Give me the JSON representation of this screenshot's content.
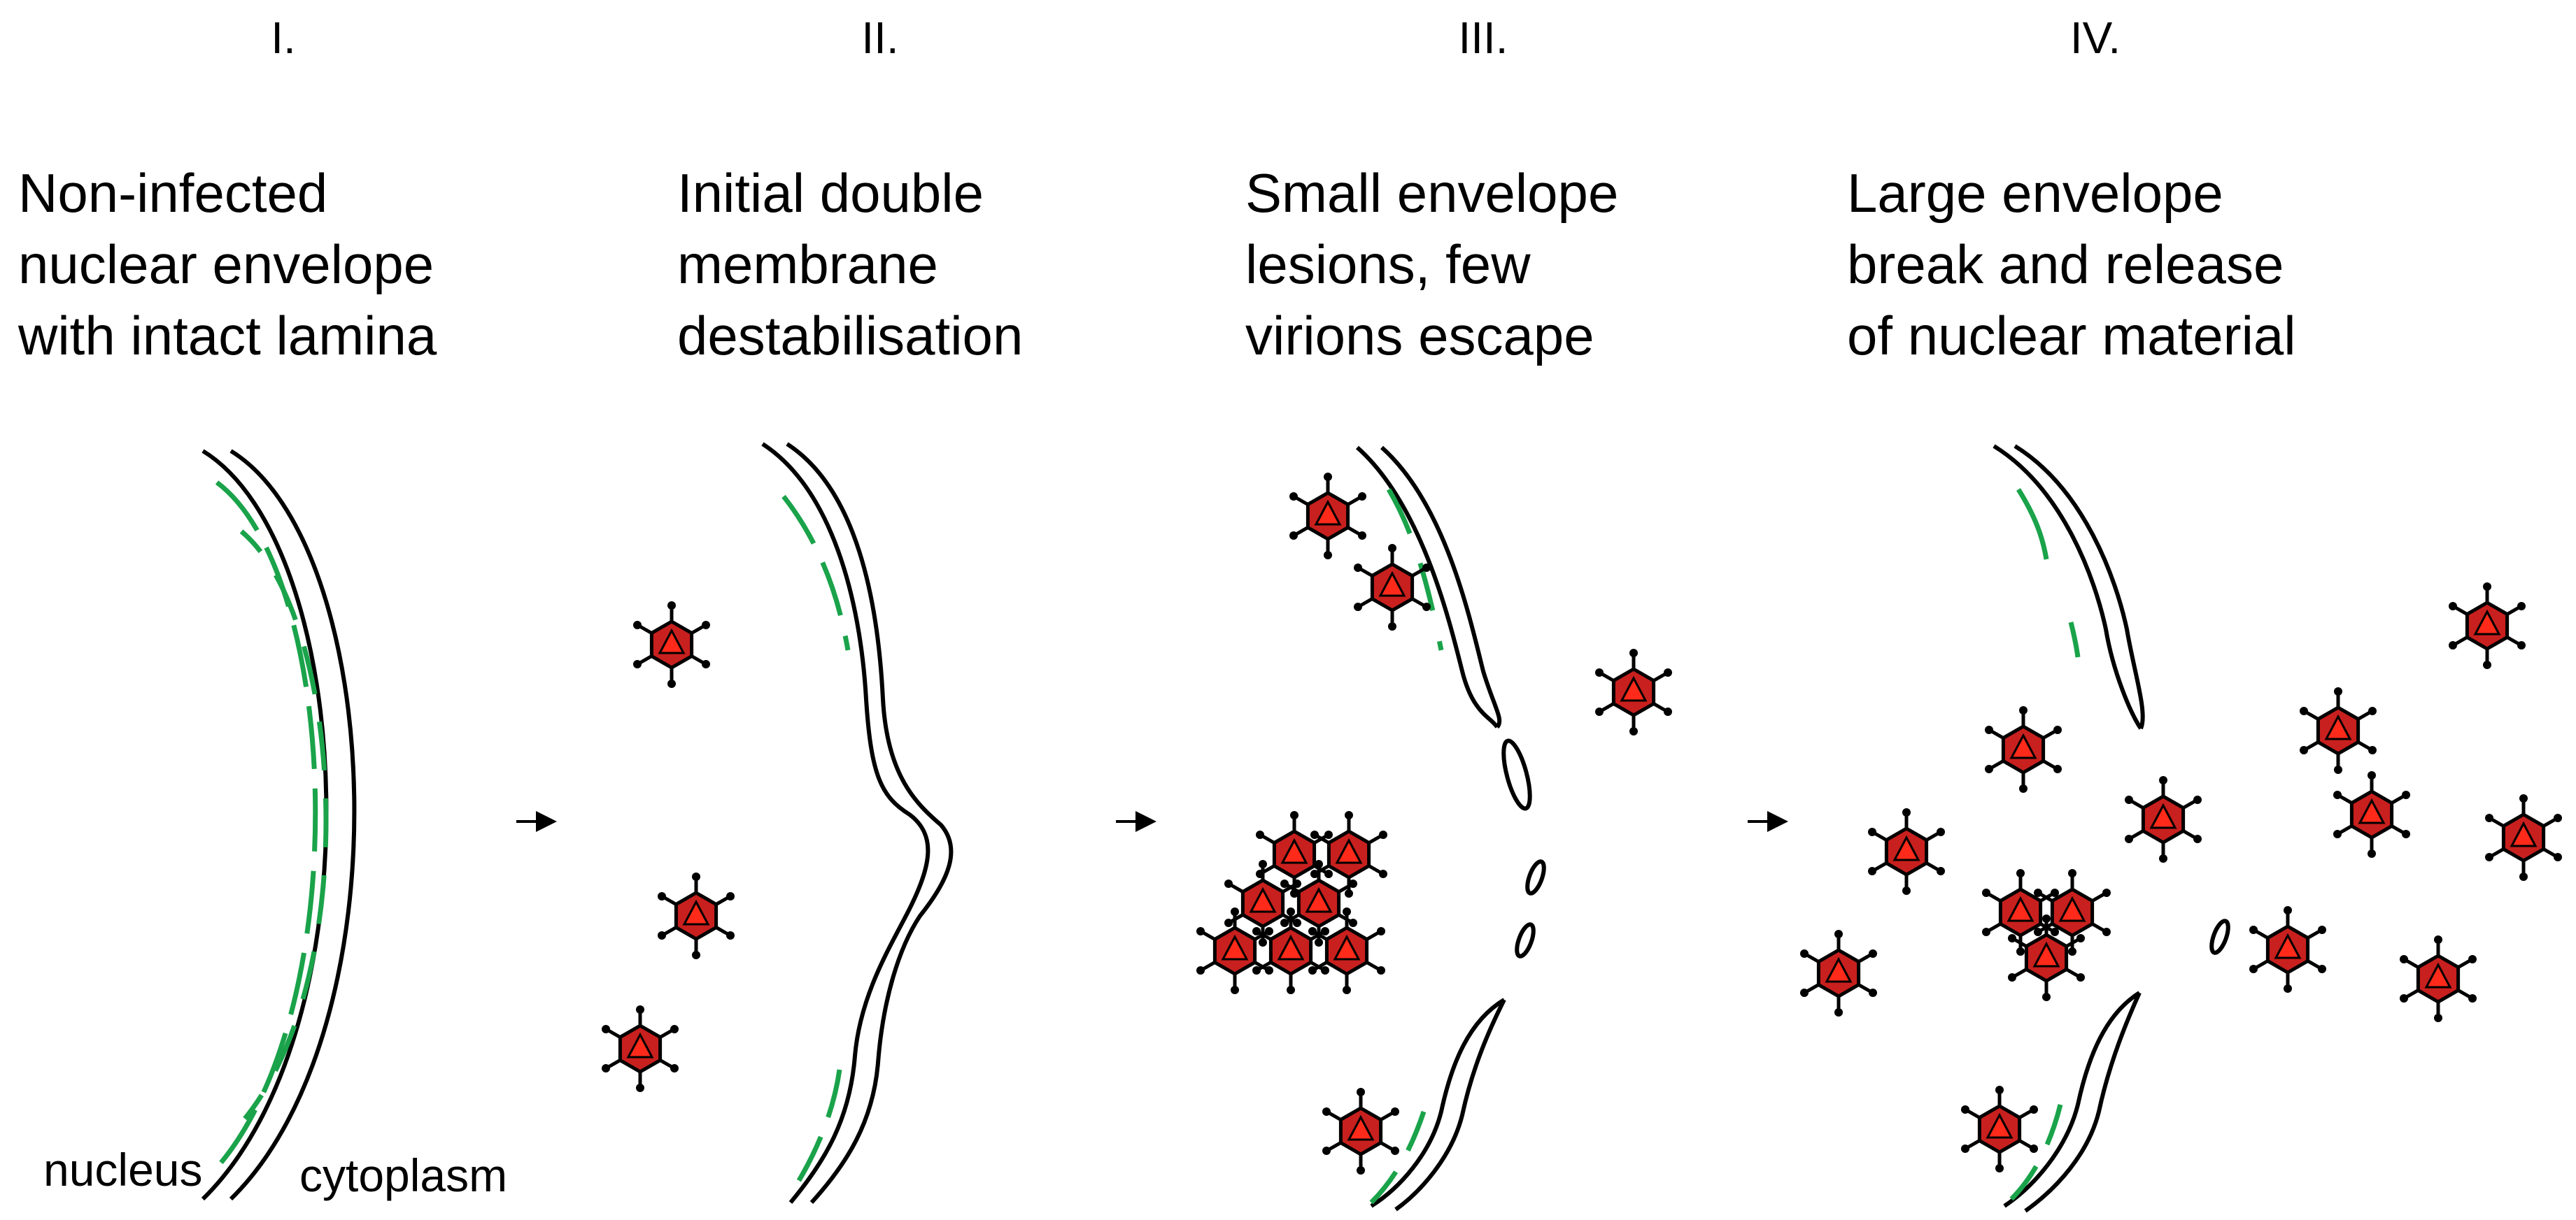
{
  "panels": [
    {
      "numeral": "I.",
      "caption": [
        "Non-infected",
        "nuclear envelope",
        "with intact lamina"
      ]
    },
    {
      "numeral": "II.",
      "caption": [
        "Initial double",
        "membrane",
        "destabilisation"
      ]
    },
    {
      "numeral": "III.",
      "caption": [
        "Small envelope",
        "lesions, few",
        "virions escape"
      ]
    },
    {
      "numeral": "IV.",
      "caption": [
        "Large envelope",
        "break and release",
        "of nuclear material"
      ]
    }
  ],
  "labels": {
    "nucleus": "nucleus",
    "cytoplasm": "cytoplasm"
  },
  "colors": {
    "membrane": "#000000",
    "lamina": "#1aa34a",
    "virion_fill": "#c8201e",
    "virion_core": "#ff2a1a"
  },
  "icons": {
    "virion": "hexagonal-capsid-icon",
    "arrow": "right-arrow-icon"
  }
}
